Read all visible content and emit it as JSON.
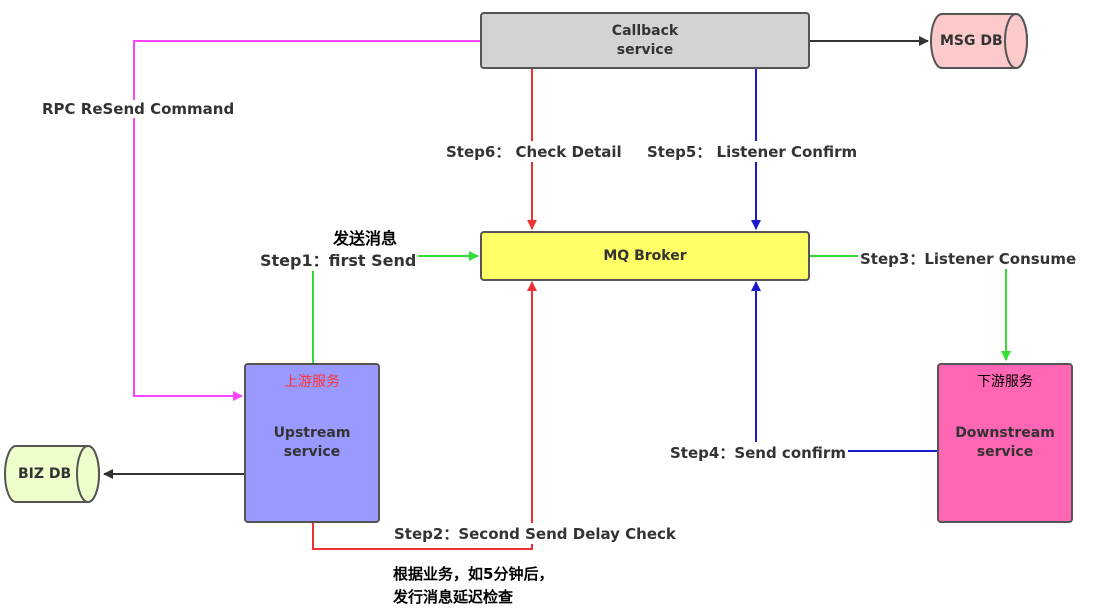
{
  "nodes": {
    "callback": {
      "title": "Callback",
      "subtitle": "service"
    },
    "msg_db": {
      "label": "MSG DB"
    },
    "mq_broker": {
      "label": "MQ Broker"
    },
    "upstream": {
      "cn": "上游服务",
      "title": "Upstream",
      "subtitle": "service"
    },
    "downstream": {
      "cn": "下游服务",
      "title": "Downstream",
      "subtitle": "service"
    },
    "biz_db": {
      "label": "BIZ DB"
    }
  },
  "labels": {
    "rpc_resend": "RPC ReSend Command",
    "step1_cn": "发送消息",
    "step1": "Step1：first Send",
    "step2": "Step2：Second Send Delay Check",
    "step2_cn_line1": "根据业务，如5分钟后，",
    "step2_cn_line2": "发行消息延迟检查",
    "step3": "Step3：Listener Consume",
    "step4": "Step4：Send confirm",
    "step5": "Step5： Listener Confirm",
    "step6": "Step6： Check Detail"
  },
  "colors": {
    "callback_fill": "#d3d3d3",
    "msg_db_fill": "#fccacb",
    "mq_fill": "#ffff66",
    "upstream_fill": "#9999ff",
    "downstream_fill": "#ff66b3",
    "biz_db_fill": "#eeffcc",
    "magenta": "#ff44ff",
    "green": "#33dd33",
    "red": "#ee3333",
    "blue": "#1a1acc",
    "dark": "#333333",
    "upstream_cn": "#ff3333"
  }
}
